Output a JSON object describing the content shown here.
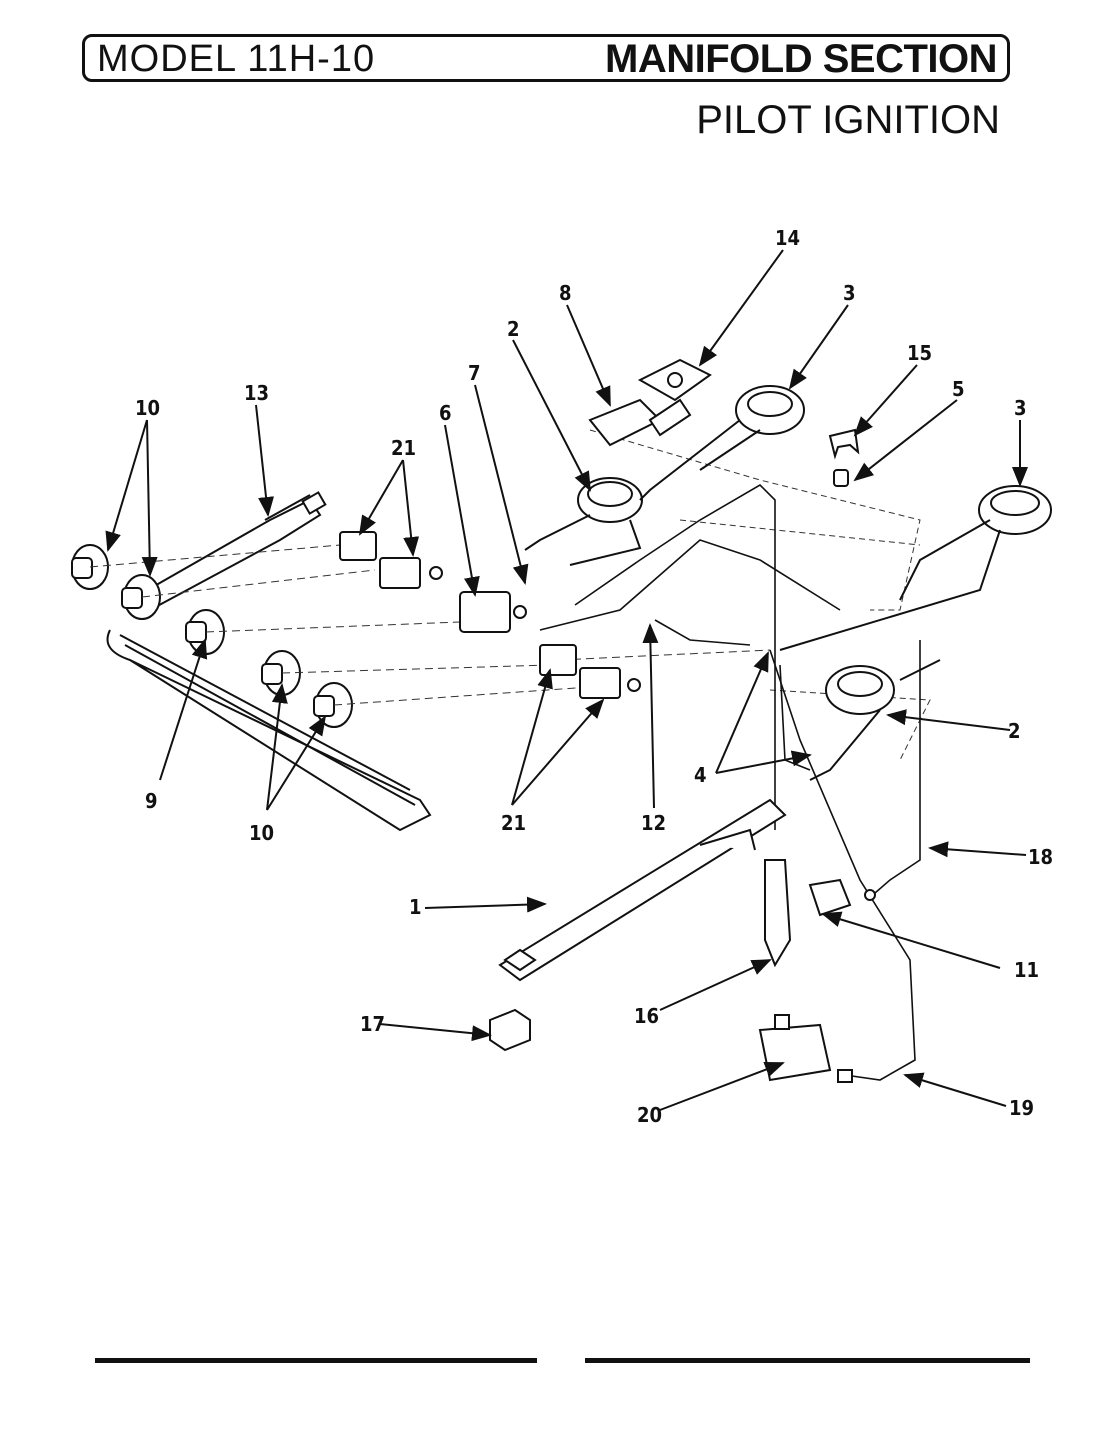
{
  "header": {
    "model": "MODEL 11H-10",
    "section": "MANIFOLD SECTION",
    "subtitle": "PILOT IGNITION"
  },
  "callouts": [
    "14",
    "8",
    "3",
    "2",
    "7",
    "6",
    "15",
    "5",
    "3",
    "10",
    "13",
    "21",
    "9",
    "10",
    "21",
    "12",
    "4",
    "2",
    "18",
    "1",
    "11",
    "16",
    "17",
    "20",
    "19"
  ]
}
